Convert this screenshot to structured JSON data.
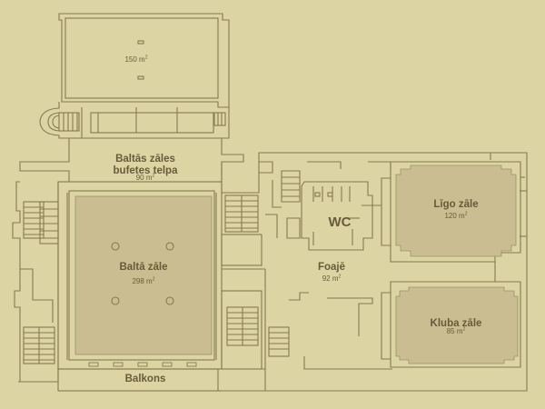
{
  "map": {
    "colors": {
      "background": "#ddd4a4",
      "line": "#857a52",
      "highlight_fill": "#c9bd91",
      "text": "#675b3a"
    },
    "rooms": {
      "top_hall": {
        "area": "150 m",
        "unit_sup": "2"
      },
      "buffet": {
        "name_line1": "Baltās zāles",
        "name_line2": "bufetes telpa",
        "area": "90 m",
        "unit_sup": "2"
      },
      "white_hall": {
        "name": "Baltā zāle",
        "area": "298 m",
        "unit_sup": "2"
      },
      "balcony": {
        "name": "Balkons"
      },
      "wc": {
        "name": "WC"
      },
      "foyer": {
        "name": "Foajē",
        "area": "92 m",
        "unit_sup": "2"
      },
      "ligo_hall": {
        "name": "Līgo zāle",
        "area": "120 m",
        "unit_sup": "2"
      },
      "club_hall": {
        "name": "Kluba zāle",
        "area": "85 m",
        "unit_sup": "2"
      }
    }
  }
}
